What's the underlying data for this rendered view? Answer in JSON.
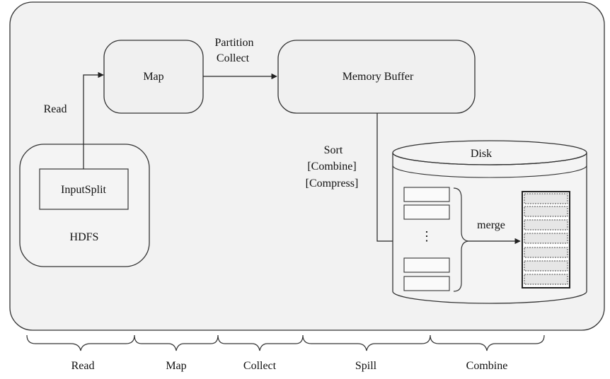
{
  "labels": {
    "map": "Map",
    "memory_buffer": "Memory Buffer",
    "partition": "Partition",
    "collect": "Collect",
    "read_edge": "Read",
    "input_split": "InputSplit",
    "hdfs": "HDFS",
    "sort": "Sort",
    "combine_opt": "[Combine]",
    "compress_opt": "[Compress]",
    "disk": "Disk",
    "merge": "merge",
    "ellipsis": "⋮"
  },
  "phases": [
    "Read",
    "Map",
    "Collect",
    "Spill",
    "Combine"
  ],
  "colors": {
    "panel_fill": "#f2f2f2",
    "box_fill": "#f0f0f0",
    "stroke": "#333333",
    "line": "#222222"
  }
}
